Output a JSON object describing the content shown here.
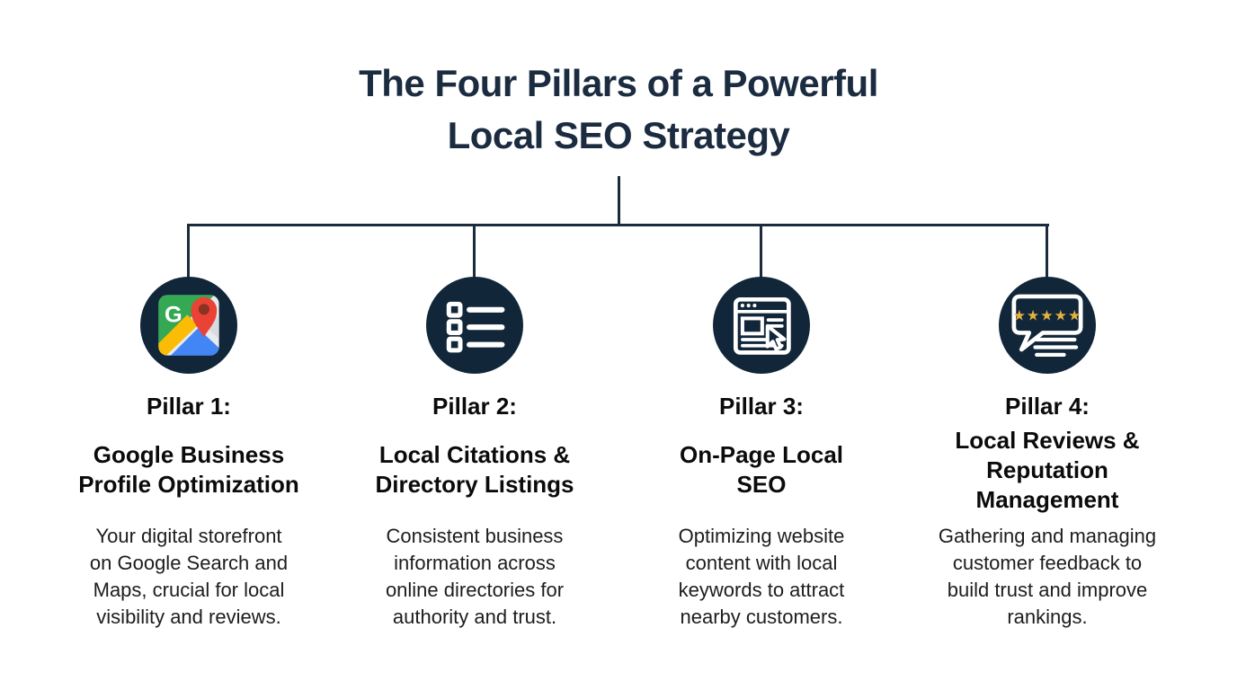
{
  "title": {
    "lines": [
      "The Four Pillars of a Powerful",
      "Local SEO Strategy"
    ],
    "color": "#1b2b40"
  },
  "connector": {
    "color": "#1b2b3c"
  },
  "pillars": [
    {
      "label": "Pillar 1:",
      "icon": "google-maps-icon",
      "title_lines": [
        "Google Business",
        "Profile Optimization"
      ],
      "description_lines": [
        "Your digital storefront",
        "on Google Search and",
        "Maps, crucial for local",
        "visibility and reviews."
      ]
    },
    {
      "label": "Pillar 2:",
      "icon": "checklist-icon",
      "title_lines": [
        "Local Citations &",
        "Directory Listings"
      ],
      "description_lines": [
        "Consistent business",
        "information across",
        "online directories for",
        "authority and trust."
      ]
    },
    {
      "label": "Pillar 3:",
      "icon": "webpage-cursor-icon",
      "title_lines": [
        "On-Page Local",
        "SEO"
      ],
      "description_lines": [
        "Optimizing website",
        "content with local",
        "keywords to attract",
        "nearby customers."
      ]
    },
    {
      "label": "Pillar 4:",
      "icon": "review-stars-icon",
      "title_lines": [
        "Local Reviews &",
        "Reputation",
        "Management"
      ],
      "description_lines": [
        "Gathering and managing",
        "customer feedback to",
        "build trust and improve",
        "rankings."
      ]
    }
  ],
  "colors": {
    "background": "#ffffff",
    "circle_navy": "#112639",
    "accent_navy": "#1b2b40",
    "heading_text": "#0b0b0b",
    "body_text": "#1d1d1d",
    "star_gold": "#e5b13d",
    "pin_red": "#ea4335",
    "pin_inner": "#8a3223",
    "map_green": "#34a853",
    "map_yellow": "#fbbc05",
    "map_blue": "#4285f4",
    "map_gray": "#e8eaed",
    "icon_stroke": "#ffffff"
  }
}
